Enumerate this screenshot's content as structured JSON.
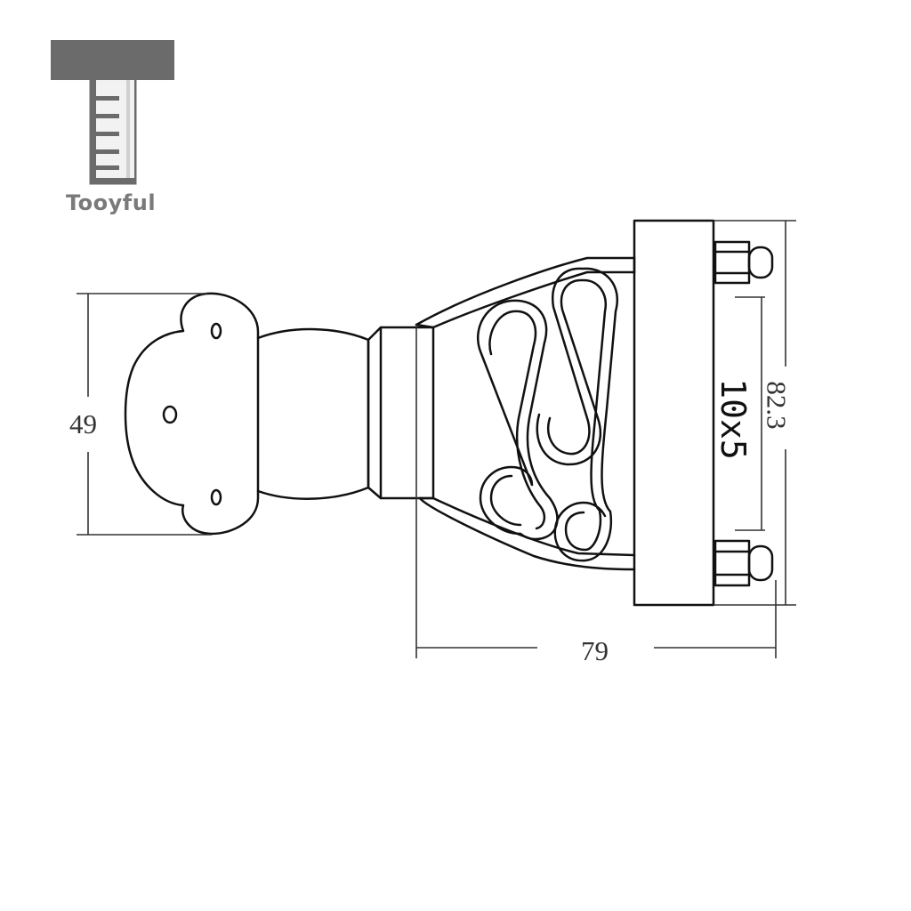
{
  "brand": {
    "name": "Tooyful",
    "logo_color": "#6b6b6b"
  },
  "dimensions": {
    "width_value": "49",
    "length_value": "79",
    "height_value": "82.3"
  },
  "spec_label": "10x5",
  "colors": {
    "line": "#111111",
    "dimension_line": "#333333",
    "background": "#ffffff"
  }
}
